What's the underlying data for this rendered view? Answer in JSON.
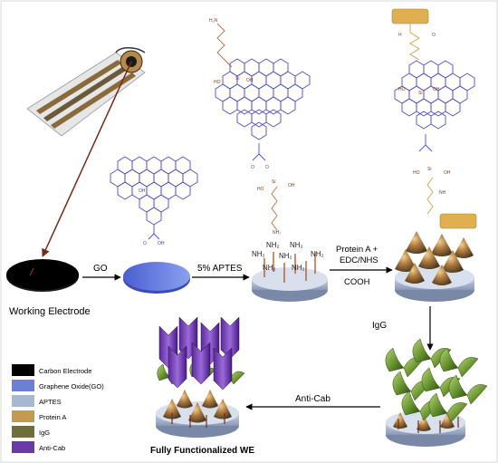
{
  "steps": {
    "working_electrode": "Working Electrode",
    "go": "GO",
    "aptes": "5% APTES",
    "protein_line1": "Protein A +",
    "protein_line2": "EDC/NHS",
    "cooh": "COOH",
    "igg": "IgG",
    "anticab": "Anti-Cab",
    "final": "Fully Functionalized WE"
  },
  "molecule": {
    "oh": "OH",
    "ho": "HO",
    "o": "O",
    "si": "Si",
    "h2n": "H₂N",
    "nh2": "NH₂",
    "nh": "NH",
    "h": "H"
  },
  "surface_label": "NH₂",
  "legend": [
    {
      "label": "Carbon Electrode",
      "color": "#000000"
    },
    {
      "label": "Graphene Oxide(GO)",
      "color": "#6b7fd6"
    },
    {
      "label": "APTES",
      "color": "#a8b8d0"
    },
    {
      "label": "Protein A",
      "color": "#c59a4f"
    },
    {
      "label": "IgG",
      "color": "#6e6e3a"
    },
    {
      "label": "Anti-Cab",
      "color": "#6a3aa8"
    }
  ],
  "colors": {
    "arrow": "#000000",
    "molecule": "#4a4ae0",
    "linker": "#c06a3a",
    "protein_block": "#e0b050",
    "border": "#d8d8d8"
  }
}
